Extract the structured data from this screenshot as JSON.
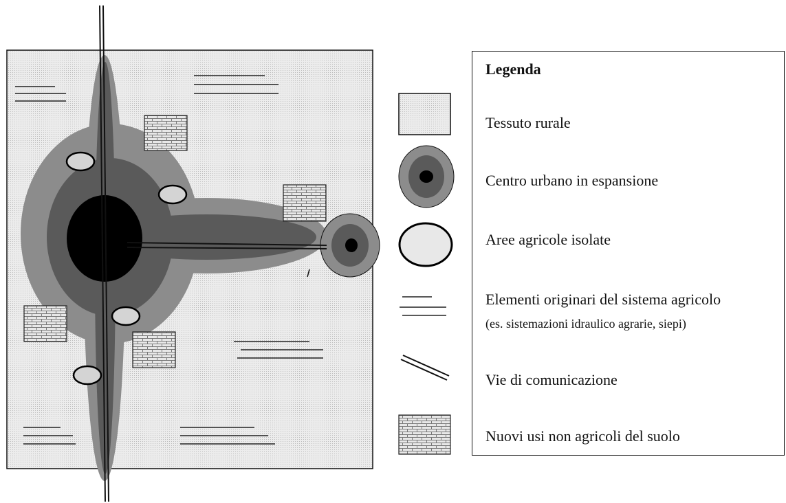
{
  "legend": {
    "title": "Legenda",
    "items": [
      {
        "key": "tessuto",
        "label": "Tessuto rurale"
      },
      {
        "key": "centro",
        "label": "Centro urbano in espansione"
      },
      {
        "key": "aree",
        "label": "Aree agricole isolate"
      },
      {
        "key": "elementi",
        "label": "Elementi originari del sistema agricolo",
        "sublabel": "(es. sistemazioni idraulico agrarie, siepi)"
      },
      {
        "key": "vie",
        "label": "Vie di comunicazione"
      },
      {
        "key": "nuovi",
        "label": "Nuovi usi non agricoli del suolo"
      }
    ]
  },
  "colors": {
    "rural": "#ebebeb",
    "urban_outer": "#8c8c8c",
    "urban_mid": "#5a5a5a",
    "urban_core": "#000000",
    "isolated_area": "#d4d4d4",
    "new_use": "#e6e6e6",
    "line": "#111111"
  }
}
